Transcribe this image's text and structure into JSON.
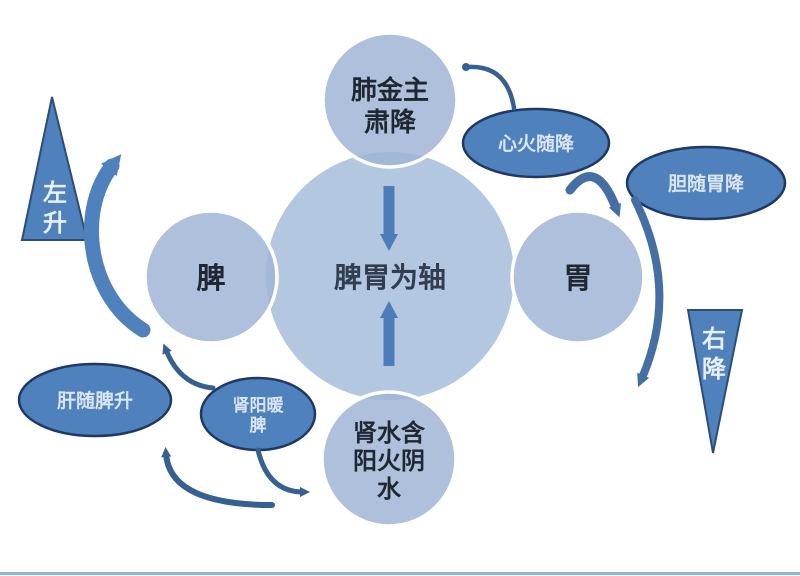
{
  "diagram": {
    "center_circle": {
      "label": "脾胃为轴"
    },
    "top_circle": {
      "lines": [
        "肺金主",
        "肃降"
      ]
    },
    "left_circle": {
      "label": "脾"
    },
    "right_circle": {
      "label": "胃"
    },
    "bottom_circle": {
      "lines": [
        "肾水含",
        "阳火阴",
        "水"
      ]
    },
    "heart_ellipse": {
      "label": "心火随降"
    },
    "gallbladder_ellipse": {
      "label": "胆随胃降"
    },
    "liver_ellipse": {
      "label": "肝随脾升"
    },
    "kidney_yang_ellipse": {
      "lines": [
        "肾阳暖",
        "脾"
      ]
    },
    "left_triangle": {
      "label": "左升",
      "chars": [
        "左",
        "升"
      ]
    },
    "right_triangle": {
      "label": "右降",
      "chars": [
        "右",
        "降"
      ]
    }
  },
  "colors": {
    "light_circle_fill": "#b5c8e2",
    "dark_shape_fill": "#4f81bd",
    "dark_shape_border": "#1f3864",
    "thick_arrow": "#4f81bd",
    "thin_arrow": "#36608f",
    "center_arrow": "#4d7cb8",
    "circle_text": "#1f2733",
    "ellipse_text": "#d9e5f2",
    "bottom_line": "#8fb4dc"
  }
}
